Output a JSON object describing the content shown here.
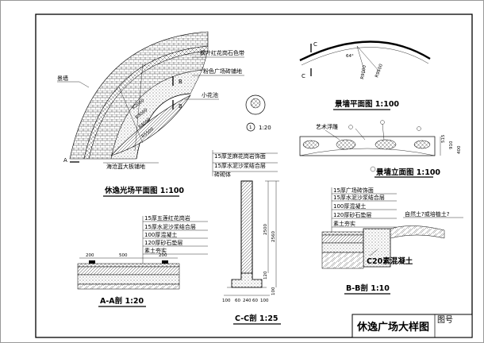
{
  "plan": {
    "title": "休逸光场平面图 1:100",
    "labels": {
      "wall": "景墙",
      "red_granite_band": "枫叶红花岗石色带",
      "pink_brick": "粉色广场砖铺地",
      "flower_bed": "小花池",
      "blue_granite": "海沧蓝大板铺地",
      "sec_a": "A",
      "sec_b": "B",
      "sec_b2": "B"
    },
    "radii": [
      "R2000",
      "R3000",
      "R4000",
      "R5500"
    ]
  },
  "wall_plan": {
    "title": "景墙平面图 1:100",
    "cut_top": "C",
    "cut_bottom": "C",
    "angle": "64°",
    "r1": "R9000",
    "r2": "R9500"
  },
  "detail1": {
    "num": "1",
    "scale": "1:20"
  },
  "wall_elev": {
    "title": "景墙立面图 1:100",
    "label": "艺术浮雕",
    "dims": [
      "515",
      "910",
      "400"
    ]
  },
  "sec_aa": {
    "title": "A-A剖 1:20",
    "layers": [
      "15厚五莲红花岗岩",
      "15厚水泥沙浆结合层",
      "100厚混凝土",
      "120厚砂石垫层",
      "素土夯实"
    ],
    "dims": [
      "200",
      "500",
      "200"
    ]
  },
  "sec_cc": {
    "title": "C-C剖 1:25",
    "layers": [
      "15厚芝麻花岗岩饰面",
      "15厚水泥沙浆结合层",
      "砖砌体"
    ],
    "dims_v": [
      "2500",
      "2560",
      "120",
      "100"
    ],
    "dims_h": [
      "100",
      "60",
      "240",
      "60",
      "100"
    ]
  },
  "sec_bb": {
    "title": "B-B剖 1:10",
    "layers": [
      "15厚广场砖饰面",
      "15厚水泥沙浆结合层",
      "100厚混凝土",
      "120厚砂石垫层",
      "素土夯实"
    ],
    "note": "自然土?或培植土?",
    "concrete": "C20素混凝土"
  },
  "title_block": {
    "drawing_name": "休逸广场大样图",
    "drawing_no_label": "图号"
  }
}
